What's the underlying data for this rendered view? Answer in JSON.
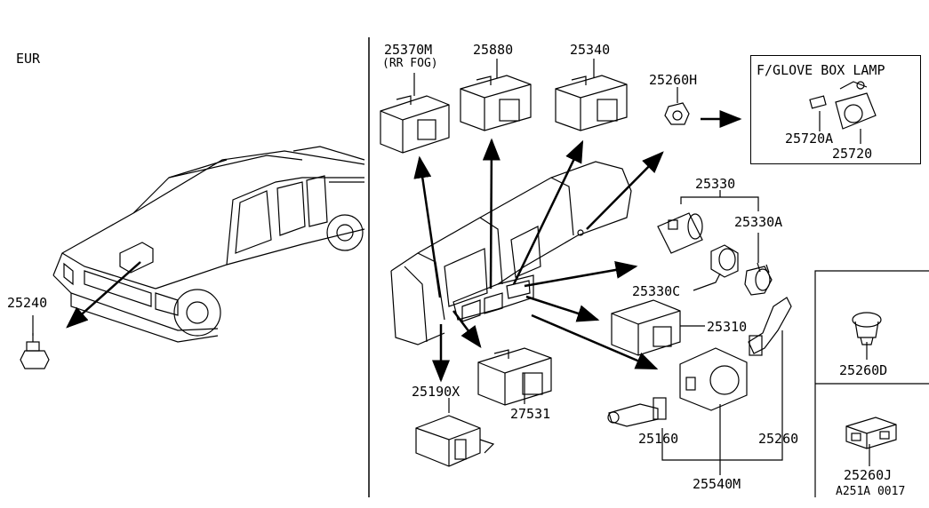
{
  "region": "EUR",
  "parts": {
    "p25370M": "25370M",
    "p25370M_note": "(RR FOG)",
    "p25880": "25880",
    "p25340": "25340",
    "p25260H": "25260H",
    "glove_title": "F/GLOVE BOX LAMP",
    "p25720A": "25720A",
    "p25720": "25720",
    "p25330": "25330",
    "p25330A": "25330A",
    "p25330C": "25330C",
    "p25310": "25310",
    "p25240": "25240",
    "p25190X": "25190X",
    "p27531": "27531",
    "p25160": "25160",
    "p25260": "25260",
    "p25540M": "25540M",
    "p25260D": "25260D",
    "p25260J": "25260J"
  },
  "diagram_code": "A251A 0017"
}
